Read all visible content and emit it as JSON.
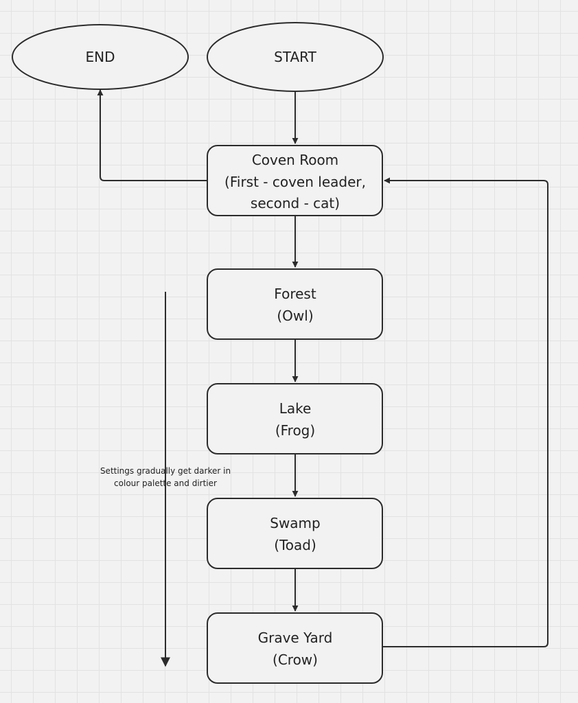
{
  "colors": {
    "stroke": "#2b2b2b",
    "node_fill": "#f2f2f2",
    "text": "#222222"
  },
  "nodes": {
    "end": {
      "label": "END"
    },
    "start": {
      "label": "START"
    },
    "coven": {
      "lines": [
        "Coven Room",
        "(First - coven leader,",
        "second - cat)"
      ]
    },
    "forest": {
      "lines": [
        "Forest",
        "(Owl)"
      ]
    },
    "lake": {
      "lines": [
        "Lake",
        "(Frog)"
      ]
    },
    "swamp": {
      "lines": [
        "Swamp",
        "(Toad)"
      ]
    },
    "graveyard": {
      "lines": [
        "Grave Yard",
        "(Crow)"
      ]
    }
  },
  "annotation": {
    "lines": [
      "Settings gradually get darker in",
      "colour palette and dirtier"
    ]
  }
}
